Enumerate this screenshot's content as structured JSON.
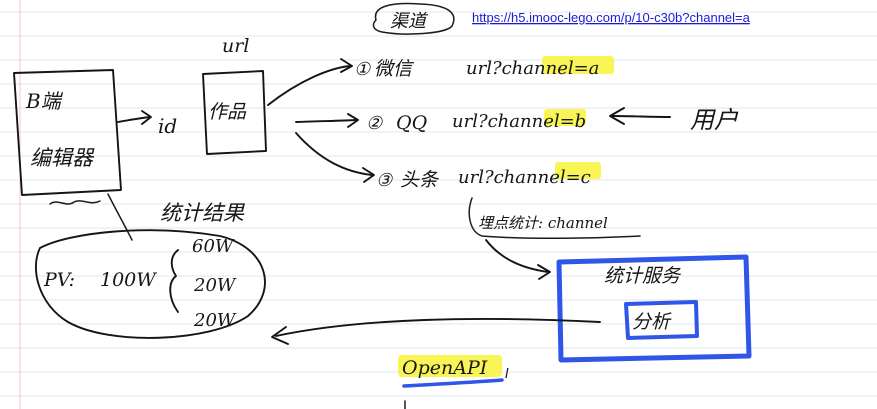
{
  "url_link": "https://h5.imooc-lego.com/p/10-c30b?channel=a",
  "labels": {
    "channel_title": "渠道",
    "url_word": "url",
    "work_name": "作品",
    "id_word": "id",
    "b_side": "B端",
    "editor": "编辑器",
    "stats_result": "统计结果",
    "pv_label": "PV:",
    "pv_total": "100W",
    "breakdown_1": "60W",
    "breakdown_2": "20W",
    "breakdown_3": "20W",
    "channel_1_num": "①",
    "channel_1_name": "微信",
    "channel_1_url": "url?channel=a",
    "channel_2_num": "②",
    "channel_2_name": "QQ",
    "channel_2_url": "url?channel=b",
    "channel_3_num": "③",
    "channel_3_name": "头条",
    "channel_3_url": "url?channel=c",
    "user": "用户",
    "track_stats": "埋点统计: channel",
    "stats_service": "统计服务",
    "analyze": "分析",
    "open_api": "OpenAPI"
  },
  "colors": {
    "ink": "#151515",
    "highlight": "#f8f33a",
    "marker_blue": "#2f56e8",
    "link": "#1b1bd6"
  }
}
